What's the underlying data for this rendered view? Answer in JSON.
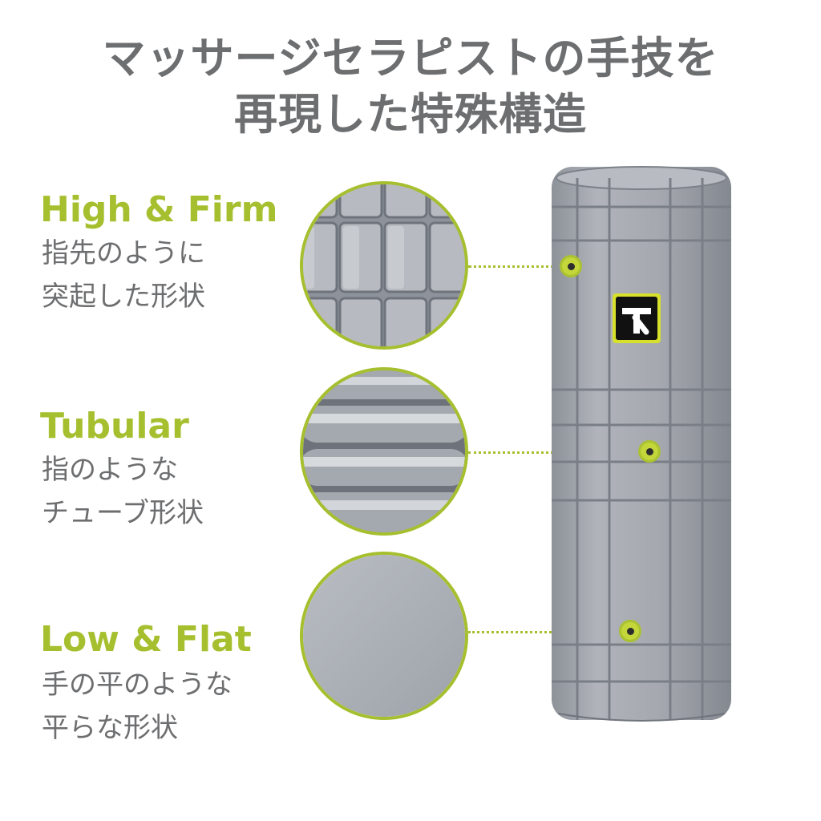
{
  "headline": {
    "line1": "マッサージセラピストの手技を",
    "line2": "再現した特殊構造"
  },
  "features": [
    {
      "title": "High & Firm",
      "desc_line1": "指先のように",
      "desc_line2": "突起した形状"
    },
    {
      "title": "Tubular",
      "desc_line1": "指のような",
      "desc_line2": "チューブ形状"
    },
    {
      "title": "Low & Flat",
      "desc_line1": "手の平のような",
      "desc_line2": "平らな形状"
    }
  ],
  "colors": {
    "accent": "#a6bf2e",
    "text_gray": "#6d6e70",
    "roller_gray": "#a3a7ae",
    "logo_yellow": "#d7e02a"
  },
  "icons": {
    "logo": "trigger-point-logo-icon"
  }
}
